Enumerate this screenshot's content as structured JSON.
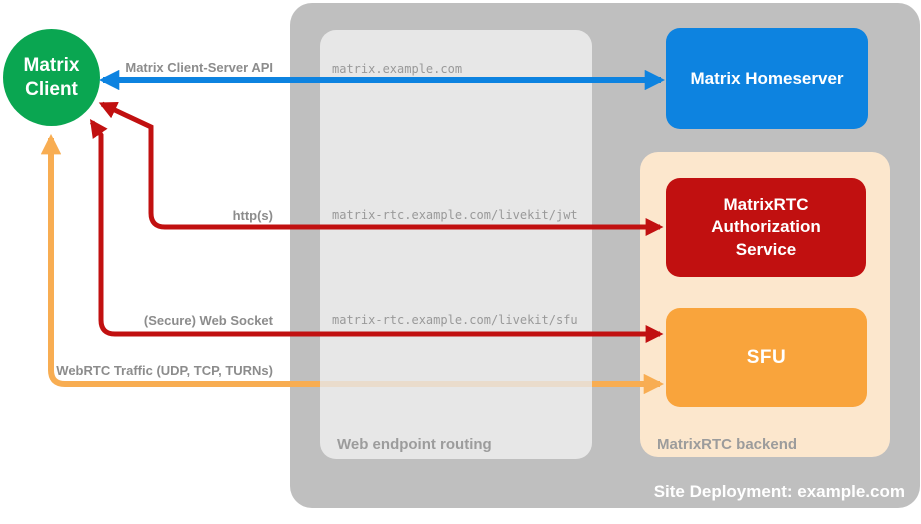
{
  "diagram": {
    "site_title": "Site Deployment: example.com",
    "nodes": {
      "client": {
        "label": "Matrix Client"
      },
      "homeserver": {
        "label": "Matrix Homeserver"
      },
      "auth_service": {
        "label": "MatrixRTC Authorization Service"
      },
      "sfu": {
        "label": "SFU"
      }
    },
    "groups": {
      "web_endpoint_routing": {
        "label": "Web endpoint routing"
      },
      "matrixrtc_backend": {
        "label": "MatrixRTC backend"
      }
    },
    "connections": [
      {
        "id": "client-server-api",
        "label": "Matrix Client-Server API",
        "endpoint": "matrix.example.com",
        "from": "Matrix Client",
        "to": "Matrix Homeserver",
        "style": "double-arrow",
        "color": "#0d83e0"
      },
      {
        "id": "https-jwt",
        "label": "http(s)",
        "endpoint": "matrix-rtc.example.com/livekit/jwt",
        "from": "Matrix Client",
        "to": "MatrixRTC Authorization Service",
        "style": "double-arrow",
        "color": "#c11010"
      },
      {
        "id": "websocket-sfu",
        "label": "(Secure) Web Socket",
        "endpoint": "matrix-rtc.example.com/livekit/sfu",
        "from": "Matrix Client",
        "to": "SFU",
        "style": "double-arrow",
        "color": "#c11010"
      },
      {
        "id": "webrtc-traffic",
        "label": "WebRTC Traffic (UDP, TCP, TURNs)",
        "endpoint": "",
        "from": "Matrix Client",
        "to": "SFU",
        "style": "double-arrow-faded-through-routing",
        "color": "#f8ad52"
      }
    ],
    "colors": {
      "deployment_bg": "#bfbfbf",
      "routing_bg": "#e7e7e7",
      "backend_bg": "#fce7cd",
      "client_green": "#0aa651",
      "homeserver_blue": "#0d83e0",
      "auth_red": "#c11010",
      "sfu_orange": "#f9a43c",
      "arrow_orange": "#f8ad52",
      "label_gray": "#8c8c8c",
      "endpoint_gray": "#999999"
    }
  }
}
